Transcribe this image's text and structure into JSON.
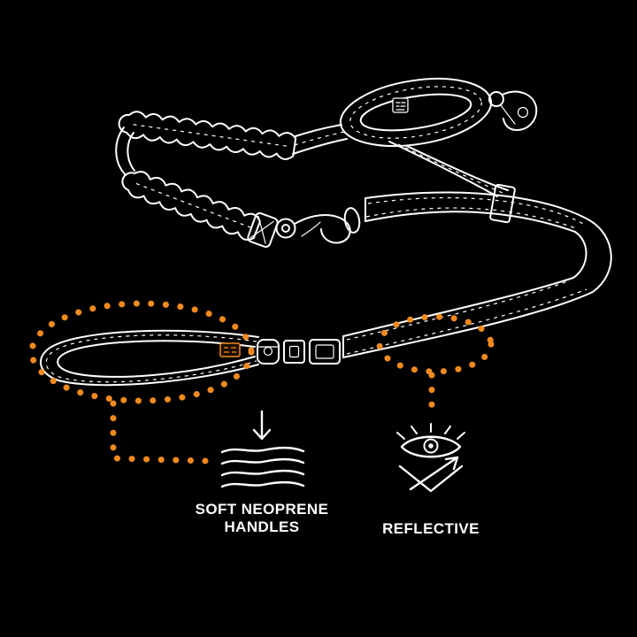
{
  "colors": {
    "background": "#000000",
    "line": "#FFFFFF",
    "accent": "#F18A1D"
  },
  "diagram": {
    "subject": "dog leash product line-art with feature callouts",
    "features": [
      {
        "id": "handles",
        "label_lines": [
          "SOFT NEOPRENE",
          "HANDLES"
        ],
        "icon": "soft-neoprene-wavy-lines-icon"
      },
      {
        "id": "reflective",
        "label_lines": [
          "REFLECTIVE"
        ],
        "icon": "eye-reflective-icon"
      }
    ]
  }
}
